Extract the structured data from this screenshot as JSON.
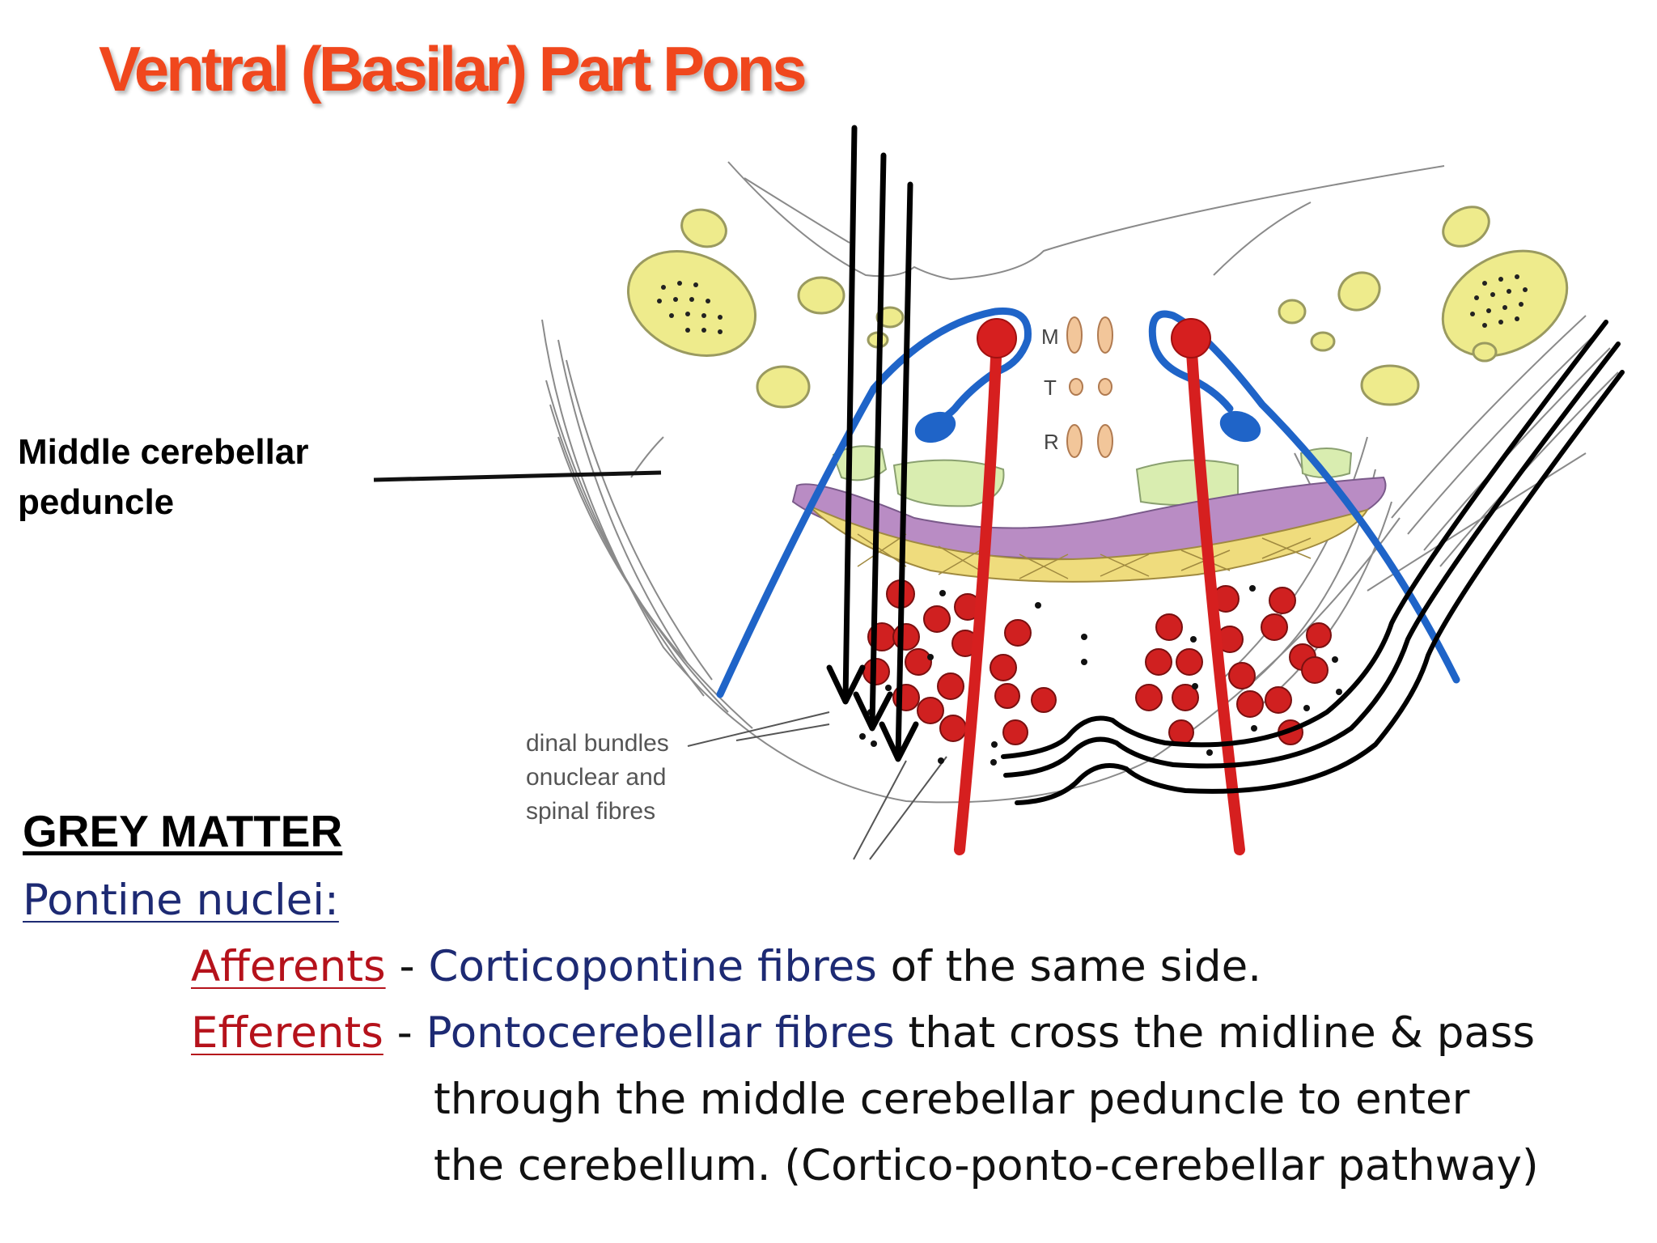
{
  "title": "Ventral (Basilar) Part Pons",
  "labels": {
    "middle_cerebellar_line1": "Middle cerebellar",
    "middle_cerebellar_line2": "peduncle",
    "nucleus_m": "M",
    "nucleus_t": "T",
    "nucleus_r": "R",
    "fragment_1": "dinal bundles",
    "fragment_2": "onuclear and",
    "fragment_3": "spinal fibres"
  },
  "grey_matter": {
    "heading": "GREY MATTER",
    "pontine_nuclei": "Pontine nuclei:",
    "afferents_term": "Afferents",
    "afferents_sep": " - ",
    "afferents_source": "Corticopontine fibres",
    "afferents_rest": " of the same side.",
    "efferents_term": "Efferents",
    "efferents_sep": " - ",
    "efferents_source": "Pontocerebellar fibres",
    "efferents_rest": " that cross the midline & pass",
    "efferents_line2": "through the middle cerebellar peduncle to enter",
    "efferents_line3": "the cerebellum. (Cortico-ponto-cerebellar pathway)"
  },
  "colors": {
    "title": "#f0471d",
    "term_red": "#b5121b",
    "text_blue": "#1d2a73",
    "tract_blue": "#1f64c8",
    "tract_red": "#d61f1f",
    "nucleus_yellow": "#eeeb8c",
    "band_yellow": "#efdc7d",
    "band_purple": "#b98cc4",
    "green": "#d9edb0",
    "nucleus_orange": "#f2c69a"
  }
}
